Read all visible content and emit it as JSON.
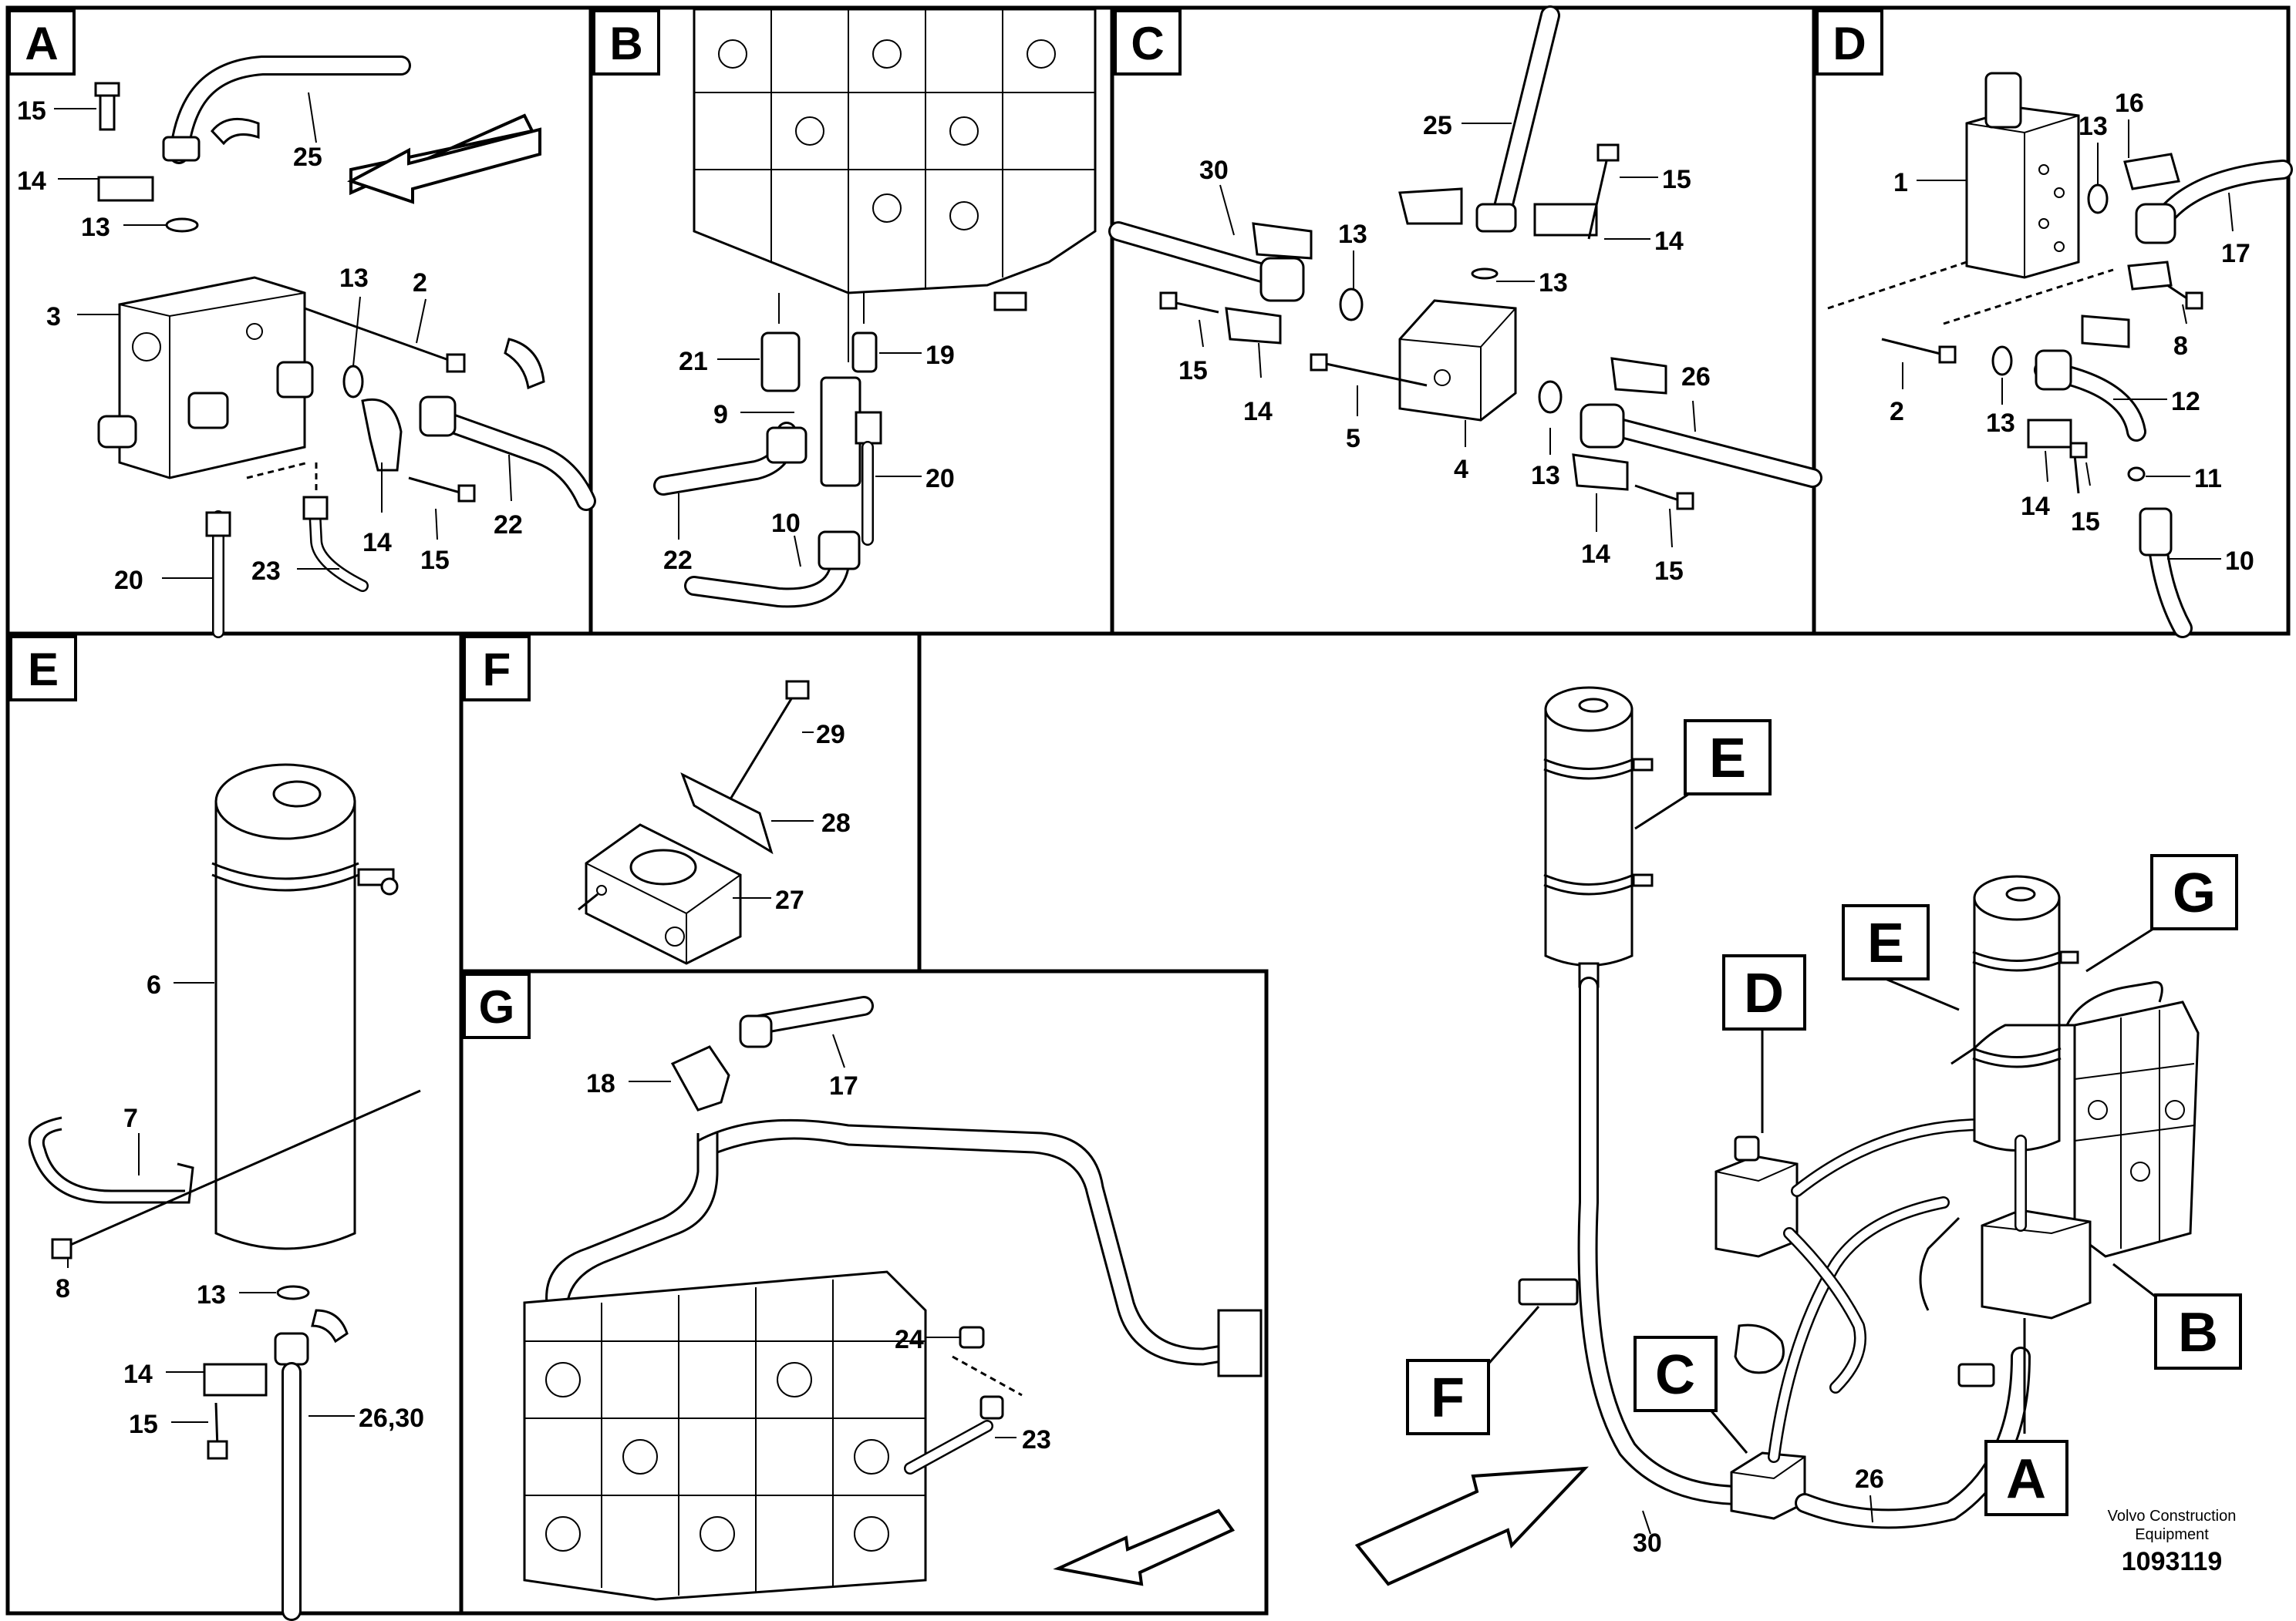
{
  "panels": [
    {
      "id": "A",
      "label": "A"
    },
    {
      "id": "B",
      "label": "B"
    },
    {
      "id": "C",
      "label": "C"
    },
    {
      "id": "D",
      "label": "D"
    },
    {
      "id": "E",
      "label": "E"
    },
    {
      "id": "F",
      "label": "F"
    },
    {
      "id": "G",
      "label": "G"
    }
  ],
  "callouts": {
    "A": [
      "15",
      "14",
      "13",
      "25",
      "3",
      "13",
      "2",
      "20",
      "23",
      "14",
      "15",
      "22"
    ],
    "B": [
      "21",
      "9",
      "19",
      "22",
      "10",
      "20"
    ],
    "C": [
      "25",
      "15",
      "30",
      "13",
      "13",
      "14",
      "15",
      "14",
      "5",
      "4",
      "26",
      "13",
      "14",
      "15"
    ],
    "D": [
      "16",
      "13",
      "1",
      "17",
      "8",
      "2",
      "13",
      "12",
      "14",
      "15",
      "11",
      "10"
    ],
    "E": [
      "6",
      "7",
      "8",
      "13",
      "14",
      "15",
      "26,30"
    ],
    "F": [
      "29",
      "28",
      "27"
    ],
    "G": [
      "18",
      "17",
      "24",
      "23"
    ],
    "overview": [
      "30",
      "26"
    ]
  },
  "overview_tags": [
    "E",
    "E",
    "G",
    "D",
    "C",
    "F",
    "B",
    "A"
  ],
  "credit": {
    "line1": "Volvo Construction",
    "line2": "Equipment",
    "doc_number": "1093119"
  }
}
